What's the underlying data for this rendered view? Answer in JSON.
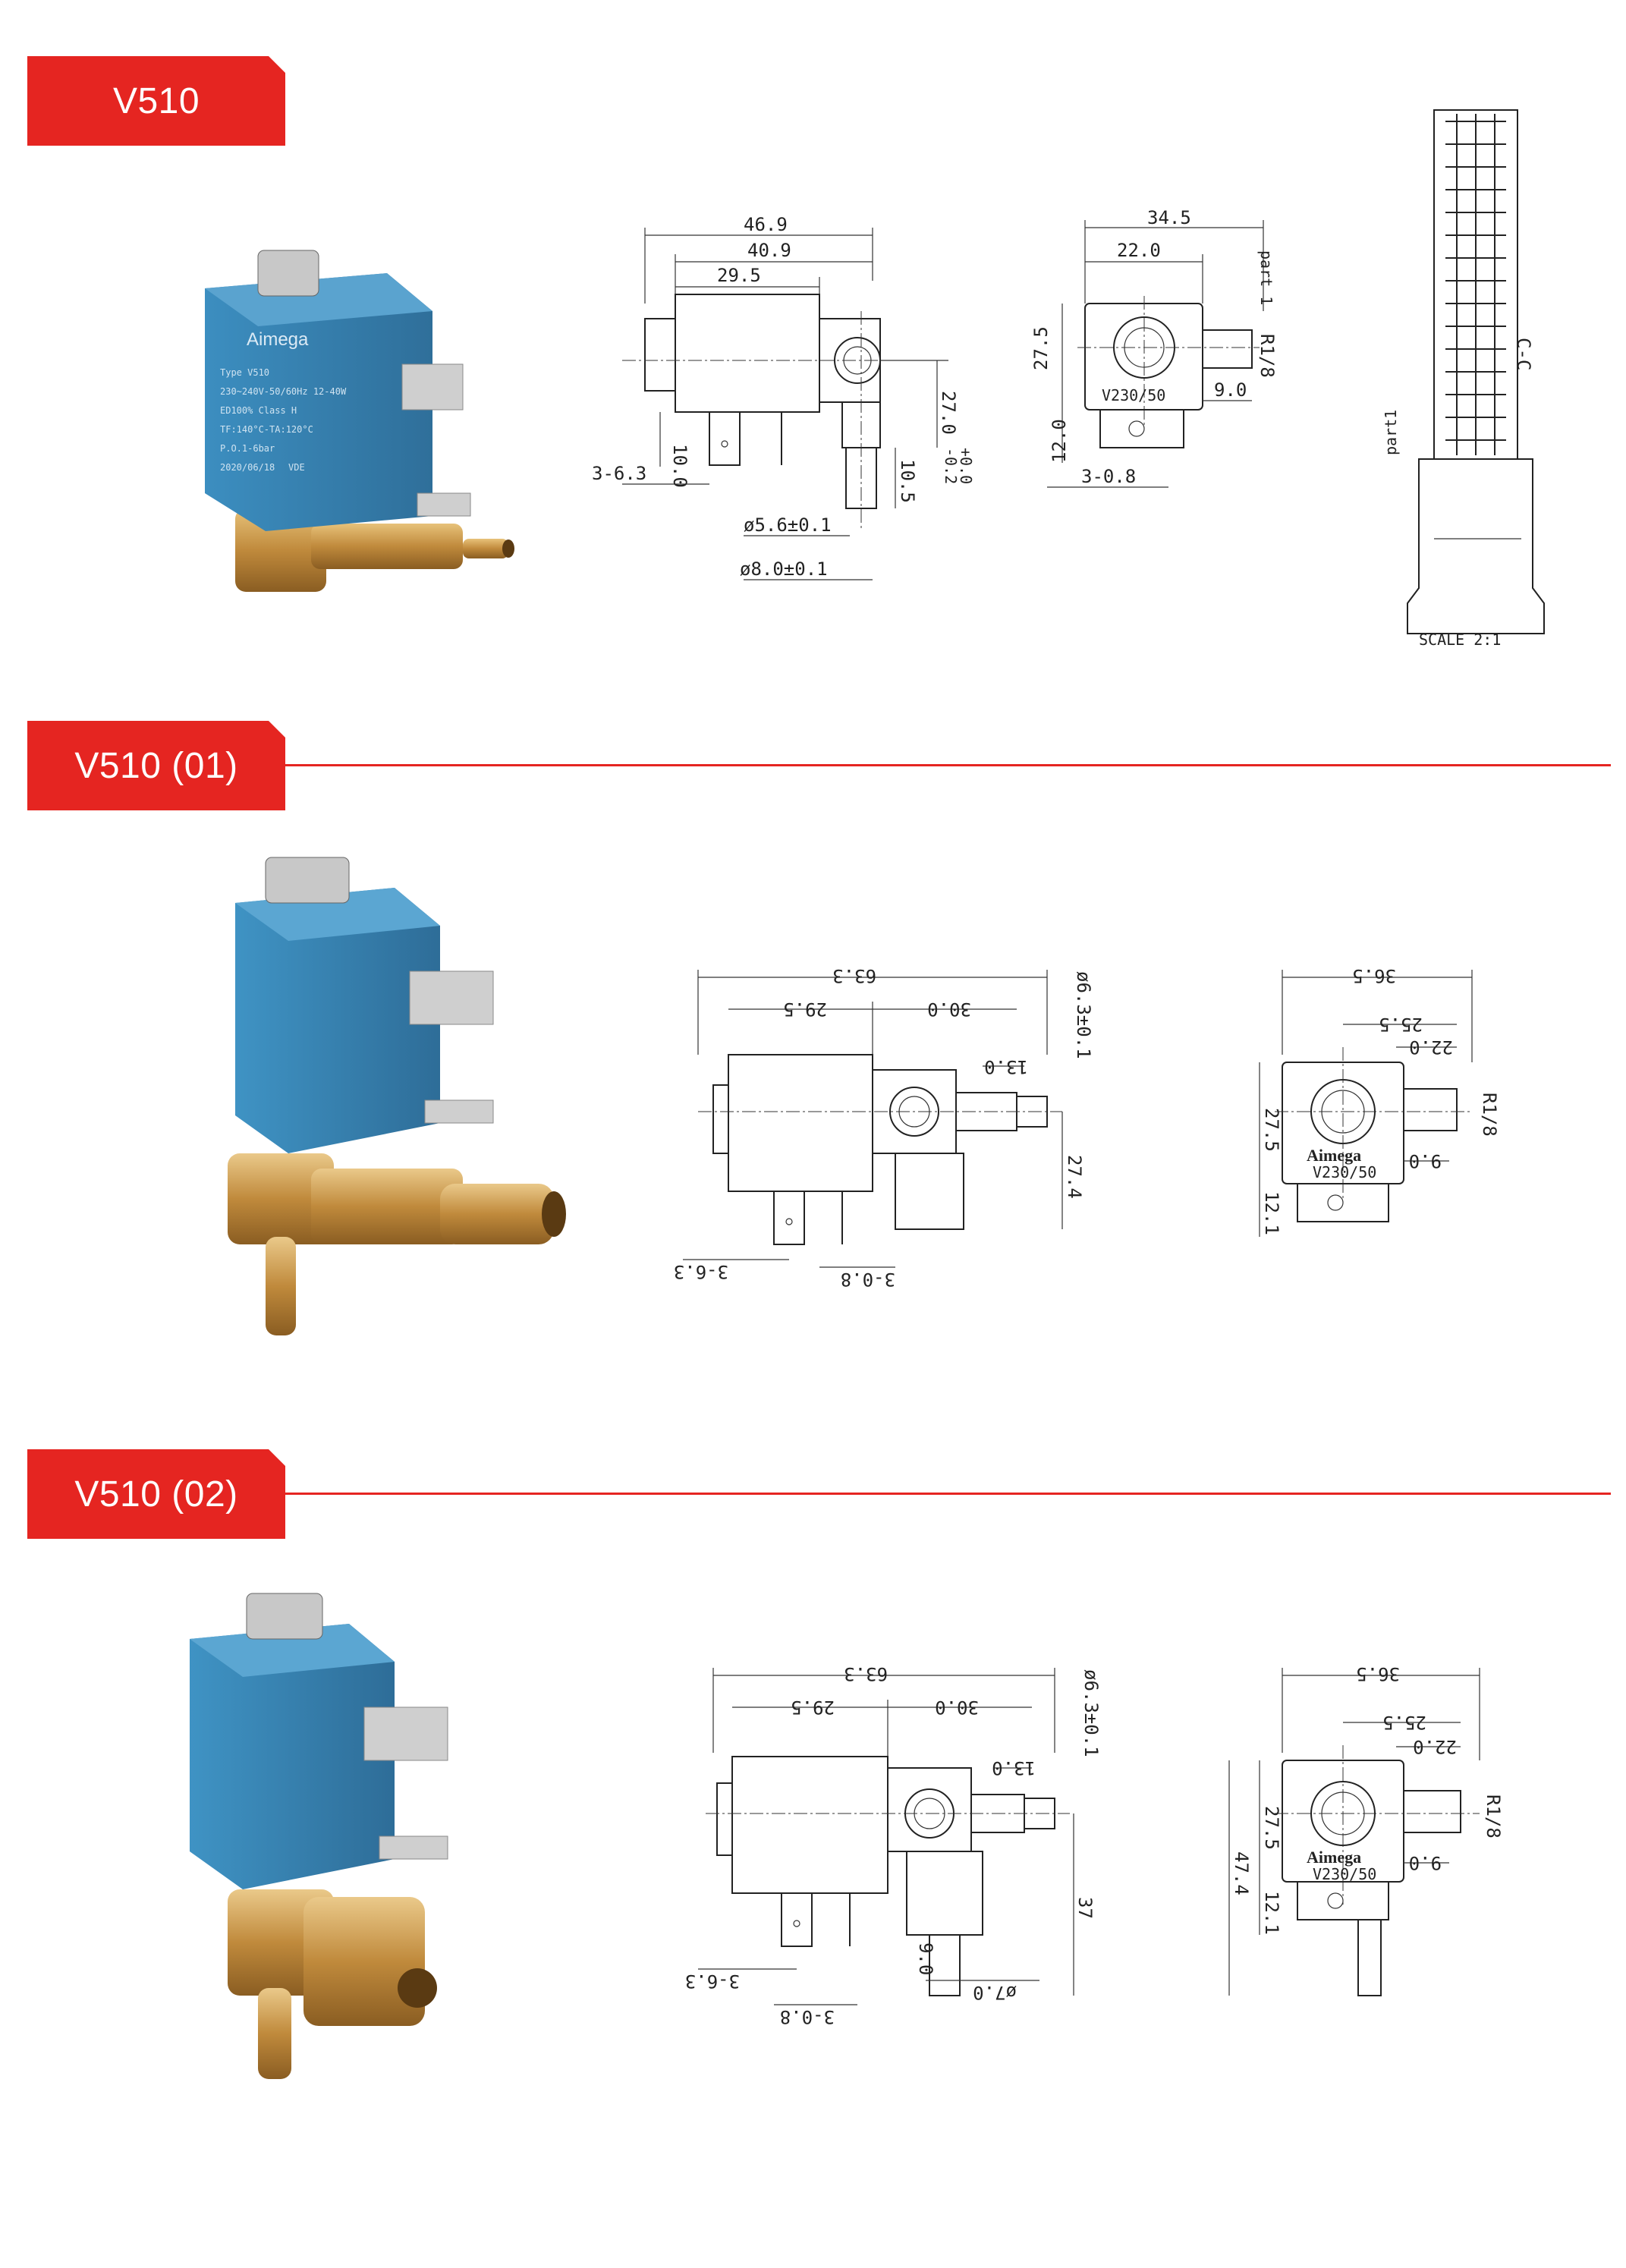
{
  "sections": [
    {
      "title": "V510",
      "product": {
        "brand": "Aimega",
        "label_lines": [
          "Type V510",
          "230~240V-50/60Hz 12-40W",
          "ED100%  Class H",
          "TF:140°C-TA:120°C",
          "P.O.1-6bar",
          "2020/06/18"
        ],
        "approval": "VDE"
      },
      "side_view": {
        "overall": "46.9",
        "mid": "40.9",
        "coil": "29.5",
        "height": "27.0",
        "tol_upper": "+0.0",
        "tol_lower": "-0.2",
        "terminal": "10.0",
        "nozzle": "10.5",
        "term_spec": "3-6.3",
        "dia_small": "ø5.6±0.1",
        "dia_large": "ø8.0±0.1"
      },
      "front_view": {
        "overall": "34.5",
        "width": "22.0",
        "height": "27.5",
        "part_label": "part 1",
        "thread": "R1/8",
        "fitting": "9.0",
        "term_height": "12.0",
        "term_spec": "3-0.8",
        "coil_mark": "V230/50"
      },
      "detail_view": {
        "section": "C-C",
        "part_label": "part1",
        "scale": "SCALE 2:1"
      }
    },
    {
      "title": "V510 (01)",
      "side_view": {
        "overall": "63.3",
        "coil": "29.5",
        "body": "30.0",
        "dia": "ø6.3±0.1",
        "nozzle": "13.0",
        "height": "27.4",
        "term_spec_a": "3-6.3",
        "term_spec_b": "3-0.8"
      },
      "front_view": {
        "overall": "36.5",
        "width_a": "25.5",
        "width_b": "22.0",
        "height": "27.5",
        "thread": "R1/8",
        "fitting": "9.0",
        "term_height": "12.1",
        "brand": "Aimega",
        "coil_mark": "V230/50"
      }
    },
    {
      "title": "V510 (02)",
      "side_view": {
        "overall": "63.3",
        "coil": "29.5",
        "body": "30.0",
        "dia": "ø6.3±0.1",
        "nozzle": "13.0",
        "height": "37",
        "term_spec_a": "3-6.3",
        "term_spec_b": "3-0.8",
        "bottom_len": "9.0",
        "bottom_dia": "ø7.0"
      },
      "front_view": {
        "overall": "36.5",
        "width_a": "25.5",
        "width_b": "22.0",
        "height": "27.5",
        "total_height": "47.4",
        "thread": "R1/8",
        "fitting": "9.0",
        "term_height": "12.1",
        "brand": "Aimega",
        "coil_mark": "V230/50"
      }
    }
  ],
  "colors": {
    "accent": "#e52521",
    "coil_blue": "#3a86b5",
    "brass": "#c9964a"
  }
}
